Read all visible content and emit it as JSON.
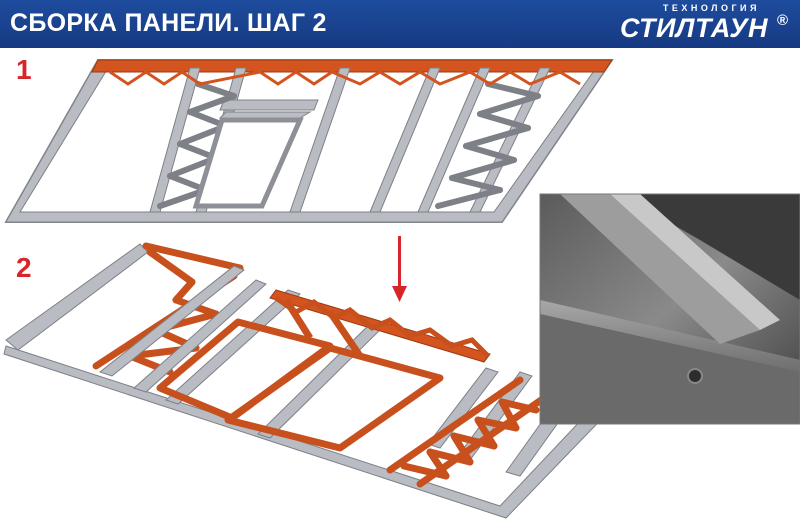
{
  "header": {
    "title": "СБОРКА ПАНЕЛИ. ШАГ 2",
    "brand_tagline": "ТЕХНОЛОГИЯ",
    "brand_name": "СТИЛТАУН",
    "brand_mark": "®"
  },
  "steps": {
    "step1": "1",
    "step2": "2"
  },
  "colors": {
    "header_bg": "#1e4c9e",
    "step_number": "#d8252a",
    "steel": "#b9bcc2",
    "highlight_orange": "#d4541f",
    "arrow": "#d8252a"
  },
  "icons": {
    "arrow": "arrow-down-icon"
  }
}
